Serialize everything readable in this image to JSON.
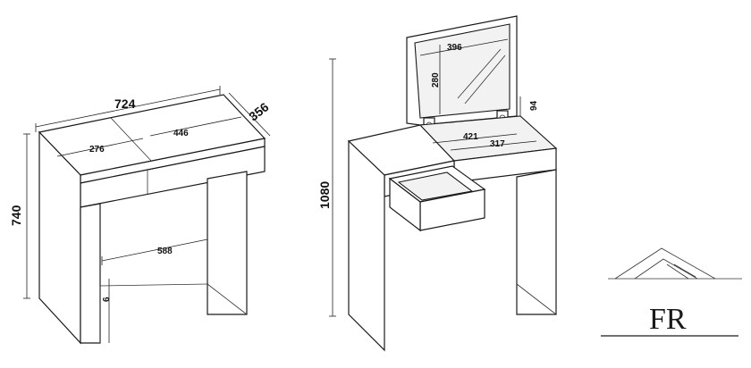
{
  "left_view": {
    "width_label": "724",
    "depth_label": "356",
    "height_label": "740",
    "drawer_width_label": "276",
    "top_panel_label": "446",
    "leg_span_label": "588",
    "leg_gap_label": "6"
  },
  "right_view": {
    "total_height_label": "1080",
    "mirror_width_label": "396",
    "mirror_height_label": "280",
    "compartment_width_label": "421",
    "compartment_depth_label": "317",
    "compartment_height_label": "94"
  },
  "logo": {
    "text": "FR"
  }
}
